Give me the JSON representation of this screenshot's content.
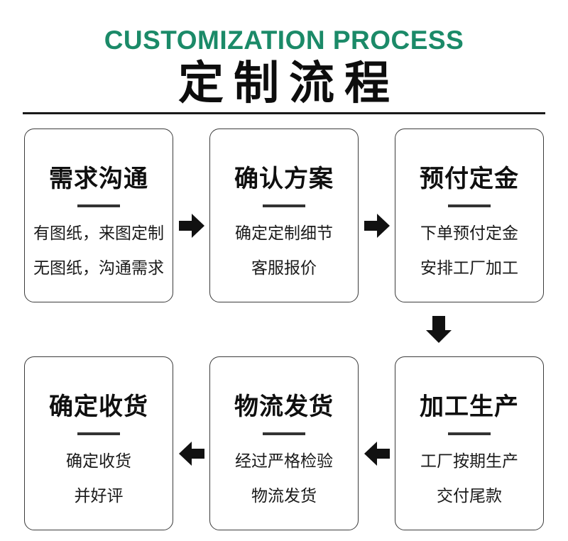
{
  "header": {
    "subtitle_en": "CUSTOMIZATION PROCESS",
    "title_zh": "定制流程"
  },
  "theme": {
    "accent_green": "#1b8a68",
    "text_color": "#111111",
    "box_border_color": "#3c3c3c",
    "title_underline_color": "#333333",
    "arrow_color": "#111111",
    "background": "#ffffff"
  },
  "icons": {
    "flow_arrow_right": "arrow-right-icon",
    "flow_arrow_left": "arrow-left-icon",
    "flow_arrow_down": "arrow-down-icon"
  },
  "steps": [
    {
      "title": "需求沟通",
      "lines": [
        "有图纸，来图定制",
        "无图纸，沟通需求"
      ]
    },
    {
      "title": "确认方案",
      "lines": [
        "确定定制细节",
        "客服报价"
      ]
    },
    {
      "title": "预付定金",
      "lines": [
        "下单预付定金",
        "安排工厂加工"
      ]
    },
    {
      "title": "加工生产",
      "lines": [
        "工厂按期生产",
        "交付尾款"
      ]
    },
    {
      "title": "物流发货",
      "lines": [
        "经过严格检验",
        "物流发货"
      ]
    },
    {
      "title": "确定收货",
      "lines": [
        "确定收货",
        "并好评"
      ]
    }
  ]
}
